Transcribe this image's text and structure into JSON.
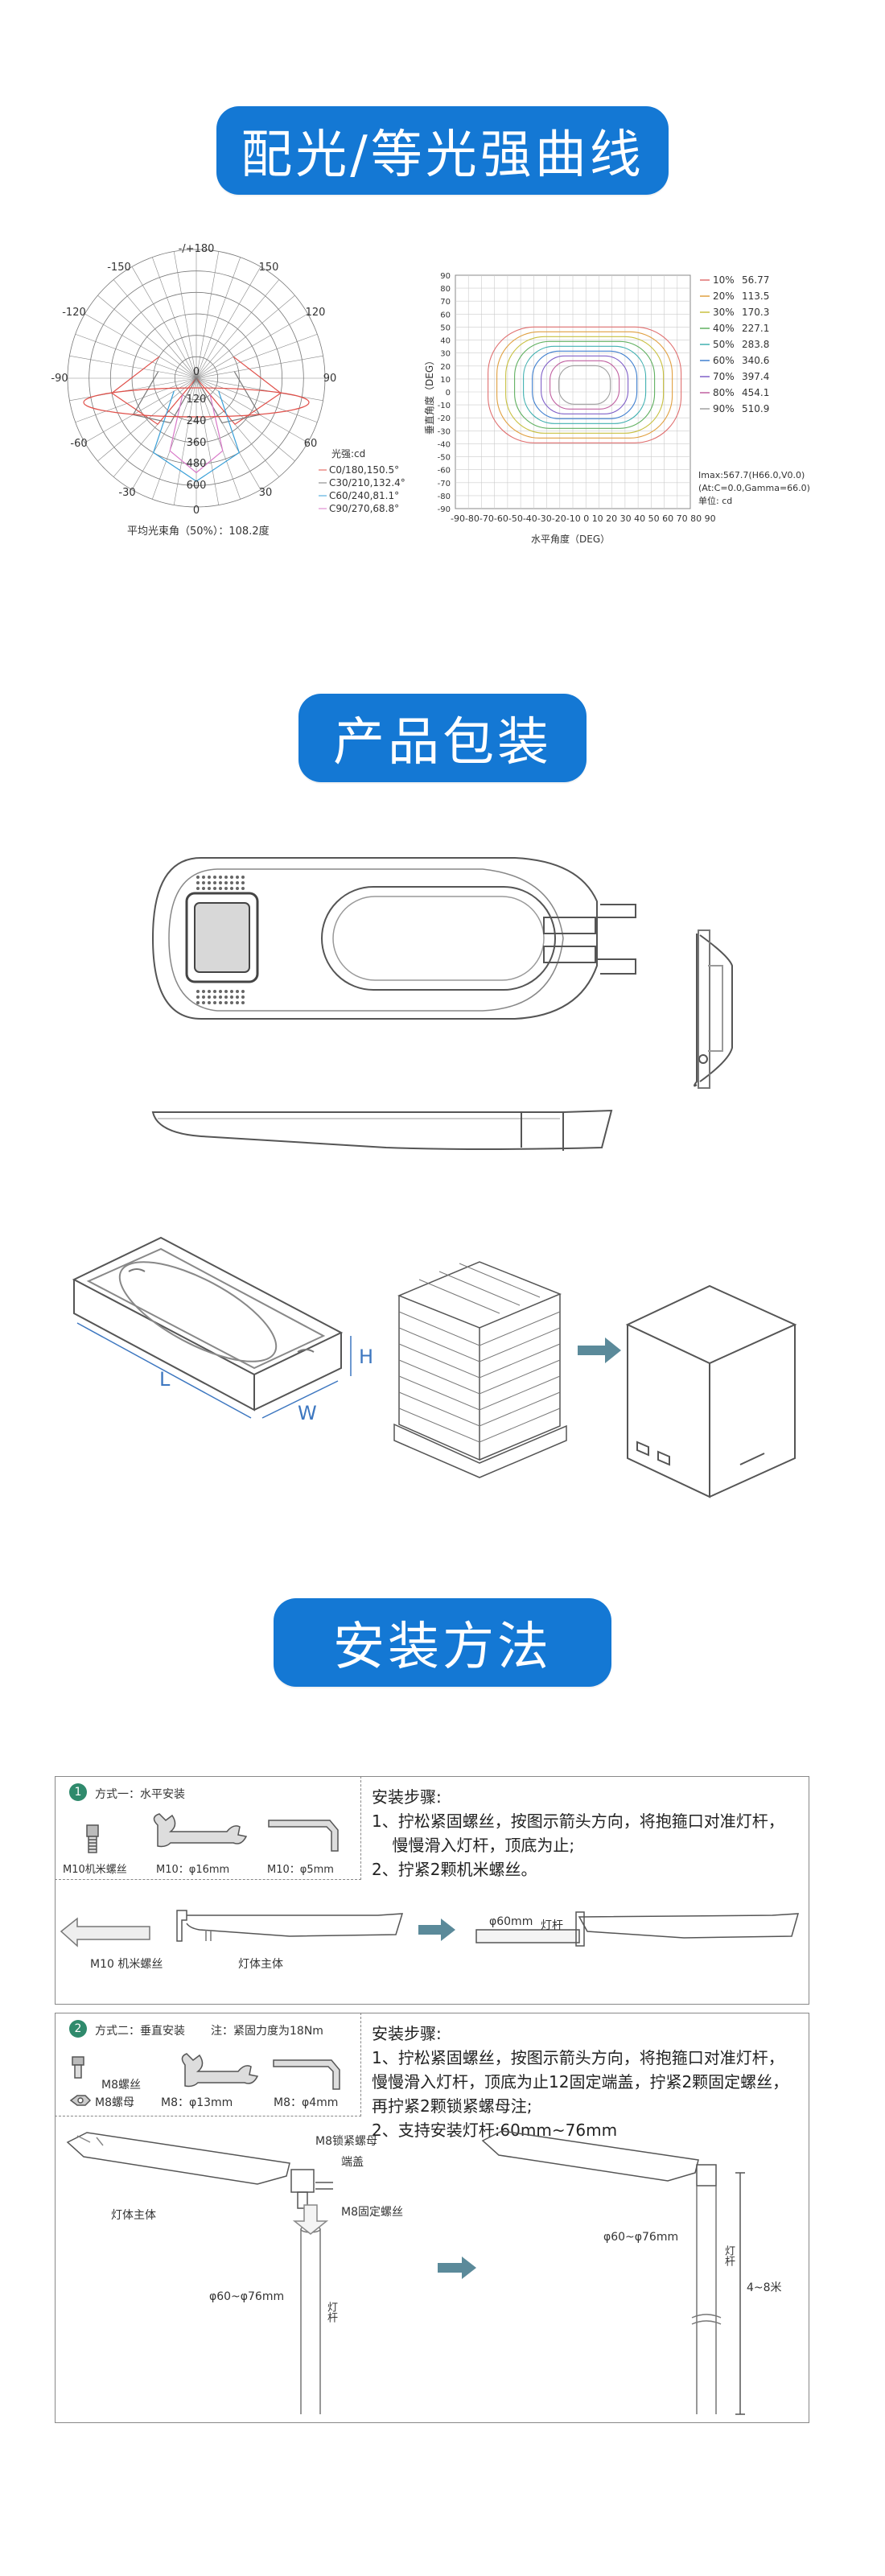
{
  "sections": {
    "light_distribution": "配光/等光强曲线",
    "packaging": "产品包装",
    "installation": "安装方法"
  },
  "polar": {
    "top_label": "-/+180",
    "angles": {
      "a150l": "-150",
      "a150r": "150",
      "a120l": "-120",
      "a120r": "120",
      "a90l": "-90",
      "a90r": "90",
      "a60l": "-60",
      "a60r": "60",
      "a30l": "-30",
      "a30r": "30",
      "a0": "0"
    },
    "rings": [
      "0",
      "120",
      "240",
      "360",
      "480",
      "600"
    ],
    "legend_title": "光强:cd",
    "legend": [
      "C0/180,150.5°",
      "C30/210,132.4°",
      "C60/240,81.1°",
      "C90/270,68.8°"
    ],
    "beam_angle": "平均光束角（50%）：108.2度",
    "colors": {
      "c0": "#e0504a",
      "c30": "#7a7a7a",
      "c60": "#3aa0d8",
      "c90": "#d878c8"
    }
  },
  "isolux": {
    "y_ticks": [
      "90",
      "80",
      "70",
      "60",
      "50",
      "40",
      "30",
      "20",
      "10",
      "0",
      "-10",
      "-20",
      "-30",
      "-40",
      "-50",
      "-60",
      "-70",
      "-80",
      "-90"
    ],
    "x_ticks": "-90-80-70-60-50-40-30-20-10 0 10 20 30 40 50 60 70 80 90",
    "y_label": "垂直角度（DEG）",
    "x_label": "水平角度（DEG）",
    "levels": [
      {
        "pct": "10%",
        "val": "56.77",
        "color": "#e07070"
      },
      {
        "pct": "20%",
        "val": "113.5",
        "color": "#e0a040"
      },
      {
        "pct": "30%",
        "val": "170.3",
        "color": "#c8c040"
      },
      {
        "pct": "40%",
        "val": "227.1",
        "color": "#60b060"
      },
      {
        "pct": "50%",
        "val": "283.8",
        "color": "#40b0b0"
      },
      {
        "pct": "60%",
        "val": "340.6",
        "color": "#4080d0"
      },
      {
        "pct": "70%",
        "val": "397.4",
        "color": "#8060c8"
      },
      {
        "pct": "80%",
        "val": "454.1",
        "color": "#c060a0"
      },
      {
        "pct": "90%",
        "val": "510.9",
        "color": "#a0a0a0"
      }
    ],
    "imax": "Imax:567.7(H66.0,V0.0)",
    "at": "(At:C=0.0,Gamma=66.0)",
    "unit": "单位: cd"
  },
  "packaging": {
    "dim_h": "H",
    "dim_l": "L",
    "dim_w": "W"
  },
  "method1": {
    "num": "1",
    "title": "方式一：水平安装",
    "bolt_label": "M10机米螺丝",
    "wrench_label": "M10：φ16mm",
    "hex_label": "M10：φ5mm",
    "part1": "M10 机米螺丝",
    "part2": "灯体主体",
    "pole_dia": "φ60mm",
    "pole_label": "灯杆",
    "steps_title": "安装步骤:",
    "steps": [
      "1、拧松紧固螺丝，按图示箭头方向，将抱箍口对准灯杆，",
      "    慢慢滑入灯杆，顶底为止;",
      "2、拧紧2颗机米螺丝。"
    ]
  },
  "method2": {
    "num": "2",
    "title": "方式二：垂直安装",
    "note": "注：紧固力度为18Nm",
    "bolt_label": "M8螺丝",
    "nut_label": "M8螺母",
    "wrench_label": "M8：φ13mm",
    "hex_label": "M8：φ4mm",
    "lock_nut": "M8锁紧螺母",
    "end_cap": "端盖",
    "fix_screw": "M8固定螺丝",
    "body": "灯体主体",
    "pole_range": "φ60~φ76mm",
    "pole_range2": "φ60~φ76mm",
    "pole_label": "灯杆",
    "pole_label2": "灯杆",
    "height": "4~8米",
    "steps_title": "安装步骤:",
    "steps": [
      "1、拧松紧固螺丝，按图示箭头方向，将抱箍口对准灯杆，",
      "慢慢滑入灯杆，顶底为止12固定端盖，拧紧2颗固定螺丝，",
      "再拧紧2颗锁紧螺母注;",
      "2、支持安装灯杆:60mm~76mm"
    ]
  }
}
